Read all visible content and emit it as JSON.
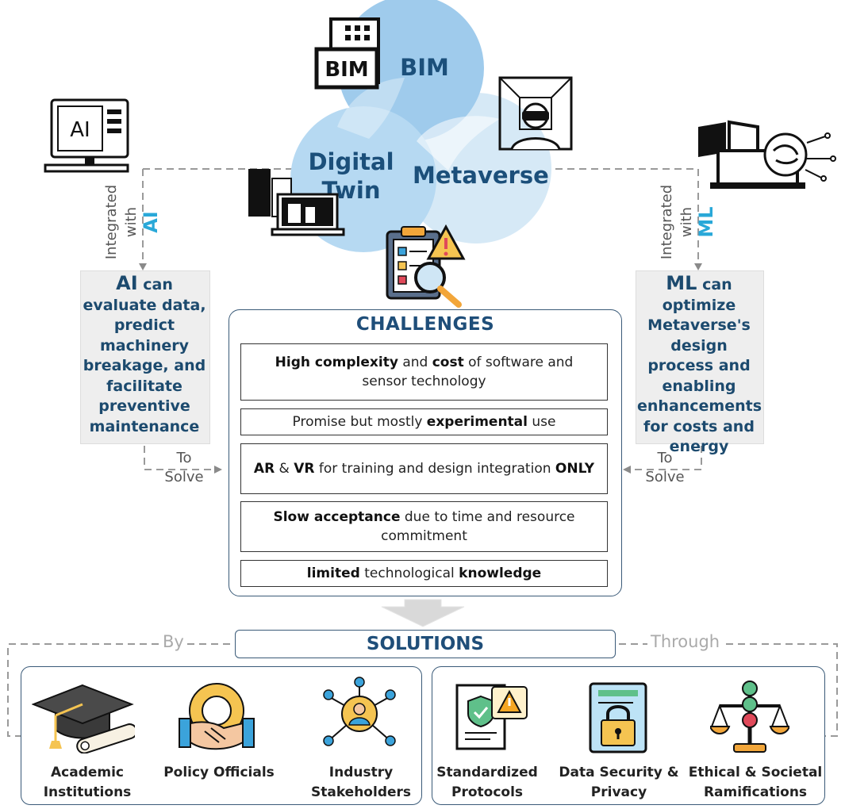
{
  "venn": {
    "bim": "BIM",
    "digital_twin": "Digital\nTwin",
    "metaverse": "Metaverse"
  },
  "icons": {
    "bim_building": "BIM",
    "ai_computer": "AI"
  },
  "left": {
    "integrated": "Integrated",
    "with": "with",
    "tech": "AI",
    "desc_lead": "AI",
    "desc_rest": " can evaluate data, predict machinery breakage, and facilitate preventive maintenance",
    "to": "To",
    "solve": "Solve"
  },
  "right": {
    "integrated": "Integrated",
    "with": "with",
    "tech": "ML",
    "desc_lead": "ML",
    "desc_rest": " can optimize Metaverse's design process and enabling enhancements for costs and energy",
    "to": "To",
    "solve": "Solve"
  },
  "challenges": {
    "title": "CHALLENGES",
    "items": [
      {
        "parts": [
          {
            "t": "High complexity",
            "b": true
          },
          {
            "t": " and ",
            "b": false
          },
          {
            "t": "cost",
            "b": true
          },
          {
            "t": " of software and sensor technology",
            "b": false
          }
        ]
      },
      {
        "parts": [
          {
            "t": "Promise but mostly ",
            "b": false
          },
          {
            "t": "experimental",
            "b": true
          },
          {
            "t": " use",
            "b": false
          }
        ]
      },
      {
        "parts": [
          {
            "t": "AR",
            "b": true
          },
          {
            "t": " & ",
            "b": false
          },
          {
            "t": "VR",
            "b": true
          },
          {
            "t": " for training and design integration ",
            "b": false
          },
          {
            "t": "ONLY",
            "b": true
          }
        ]
      },
      {
        "parts": [
          {
            "t": "Slow acceptance",
            "b": true
          },
          {
            "t": " due to time and resource commitment",
            "b": false
          }
        ]
      },
      {
        "parts": [
          {
            "t": "limited",
            "b": true
          },
          {
            "t": " technological ",
            "b": false
          },
          {
            "t": "knowledge",
            "b": true
          }
        ]
      }
    ]
  },
  "solutions": {
    "title": "SOLUTIONS",
    "by": "By",
    "through": "Through",
    "by_items": [
      {
        "label": "Academic Institutions",
        "icon": "graduation-cap-icon"
      },
      {
        "label": "Policy Officials",
        "icon": "handshake-gear-icon"
      },
      {
        "label": "Industry Stakeholders",
        "icon": "stakeholder-network-icon"
      }
    ],
    "through_items": [
      {
        "label": "Standardized Protocols",
        "icon": "protocol-document-icon"
      },
      {
        "label": "Data Security & Privacy",
        "icon": "padlock-document-icon"
      },
      {
        "label": "Ethical & Societal Ramifications",
        "icon": "balance-scale-icon"
      }
    ]
  }
}
